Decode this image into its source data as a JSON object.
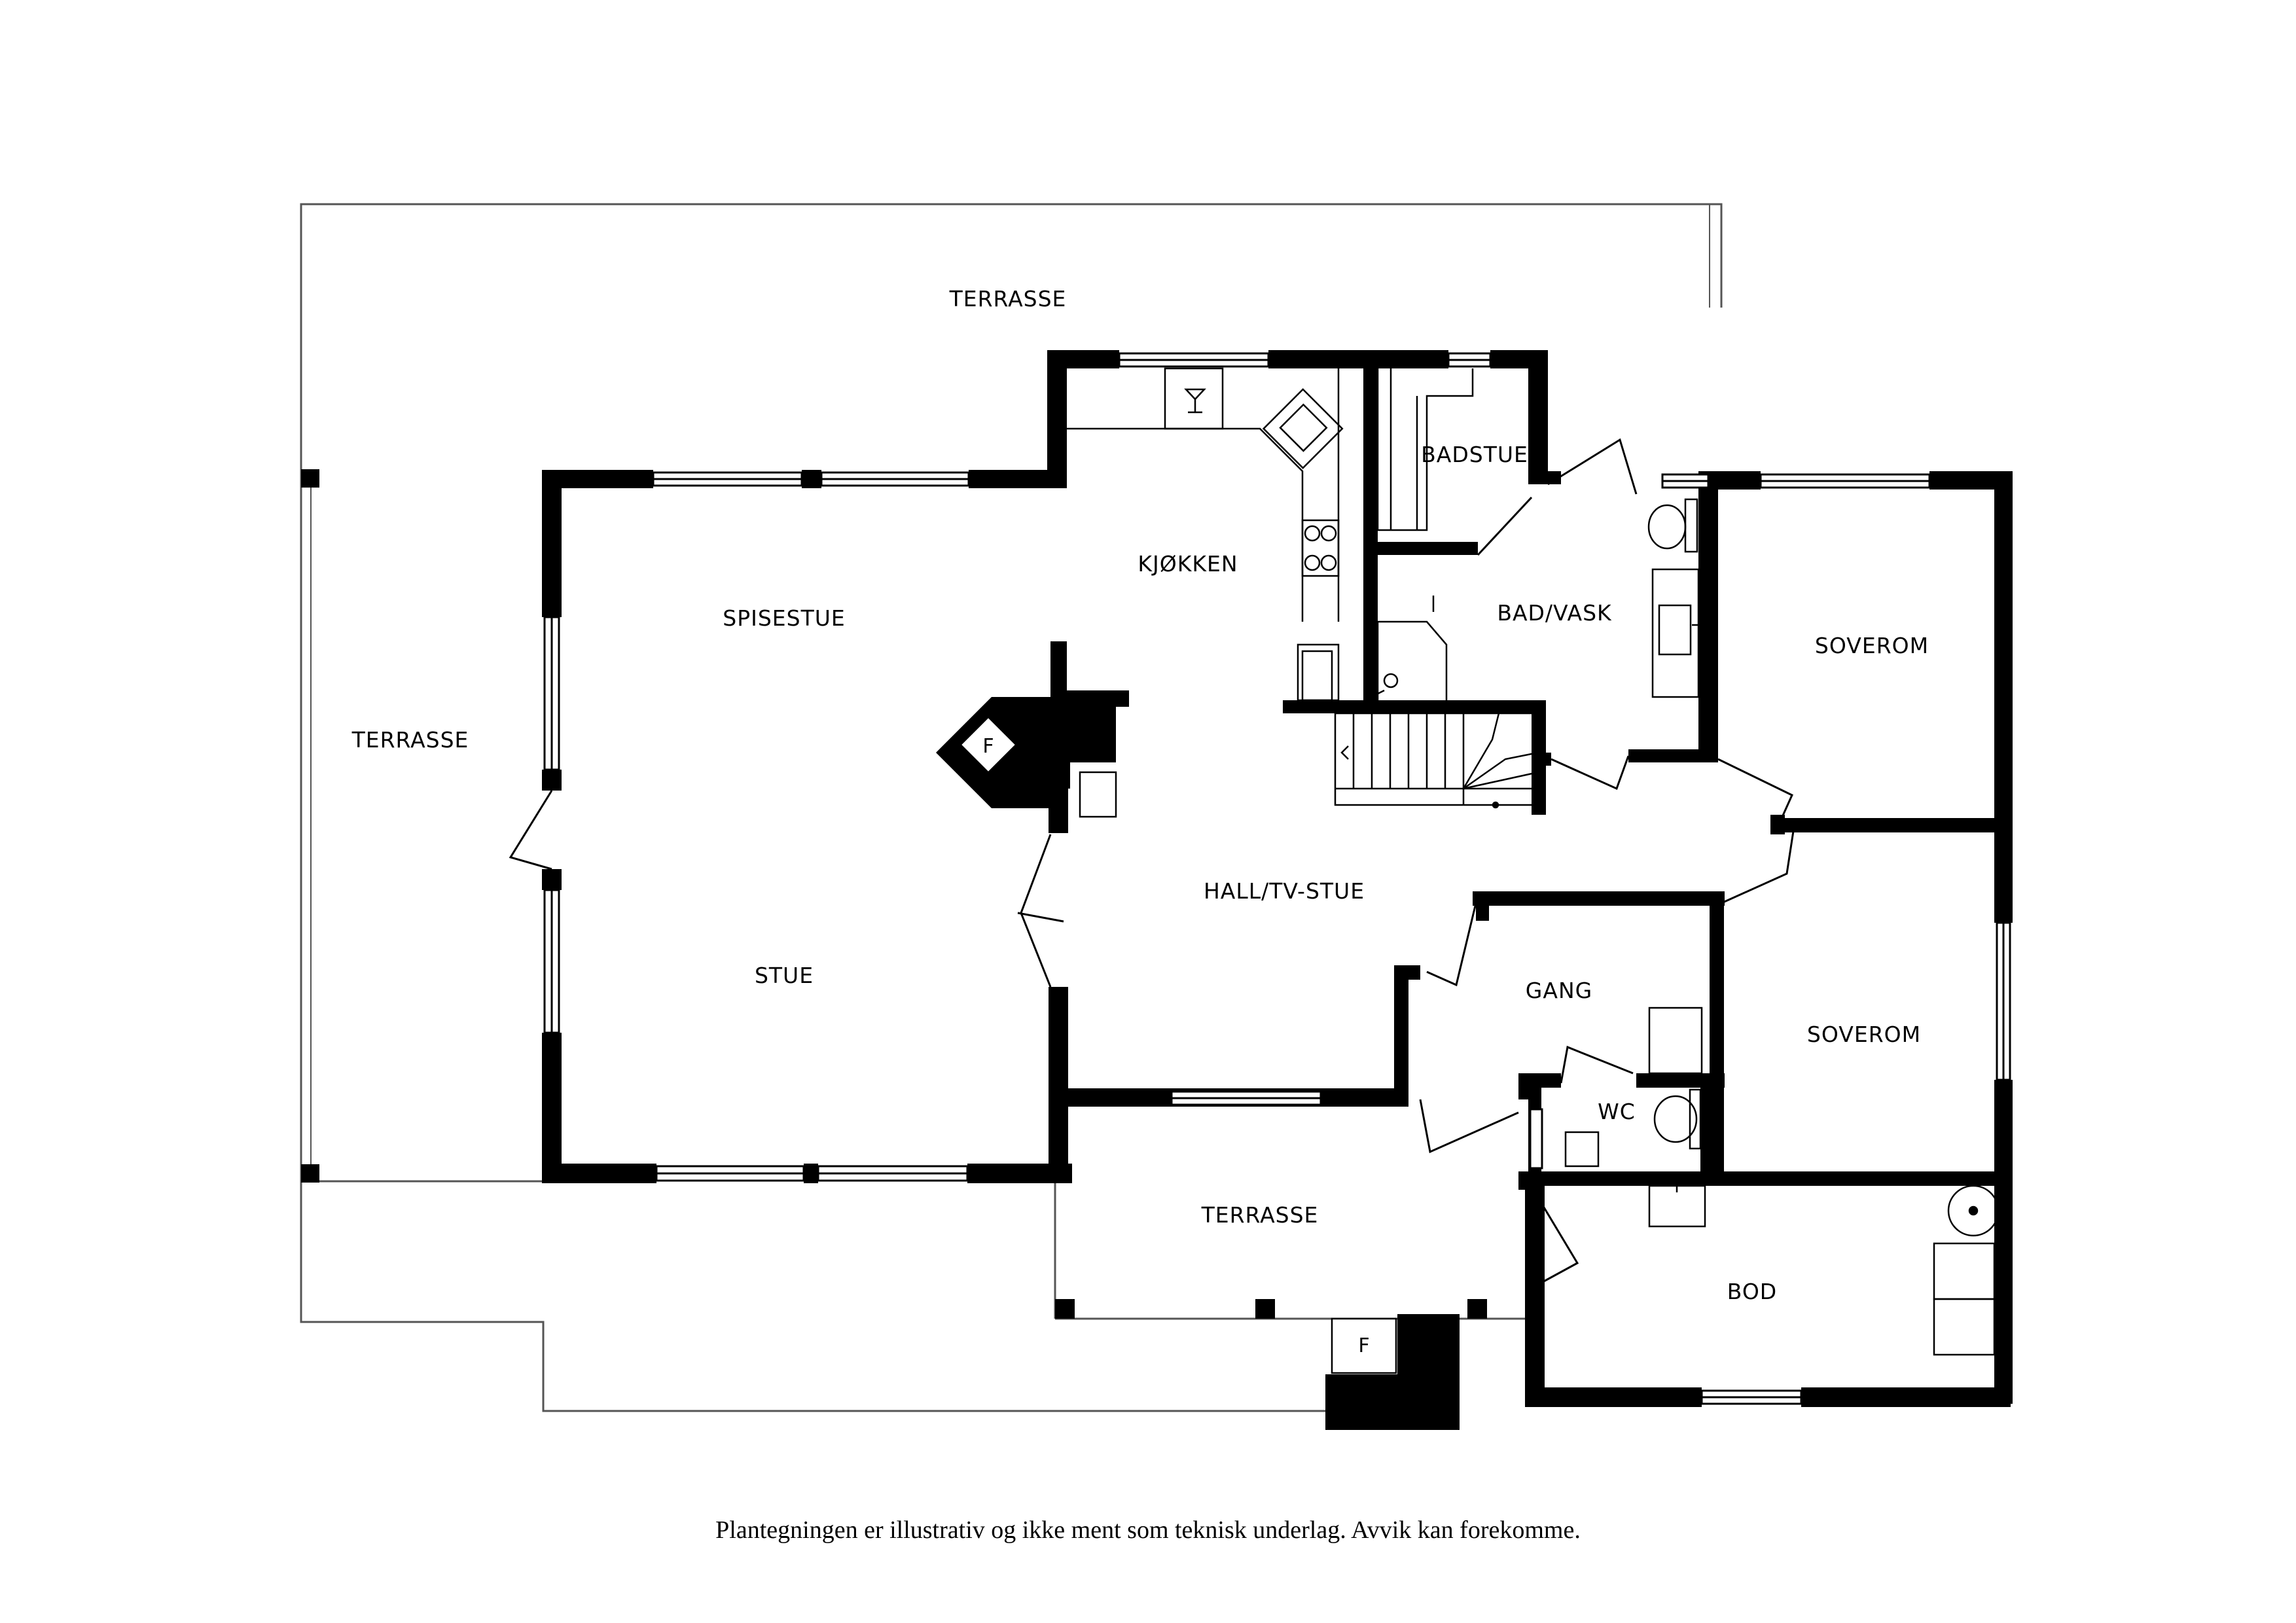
{
  "rooms": {
    "terrasse_top": "TERRASSE",
    "terrasse_left": "TERRASSE",
    "terrasse_bottom": "TERRASSE",
    "spisestue": "SPISESTUE",
    "stue": "STUE",
    "kjokken": "KJØKKEN",
    "badstue": "BADSTUE",
    "bad_vask": "BAD/VASK",
    "soverom_1": "SOVEROM",
    "soverom_2": "SOVEROM",
    "hall_tv_stue": "HALL/TV-STUE",
    "gang": "GANG",
    "wc": "WC",
    "bod": "BOD"
  },
  "fireplaces": {
    "indoor": "F",
    "outdoor": "F"
  },
  "disclaimer": "Plantegningen er illustrativ og ikke ment som teknisk underlag. Avvik kan forekomme."
}
